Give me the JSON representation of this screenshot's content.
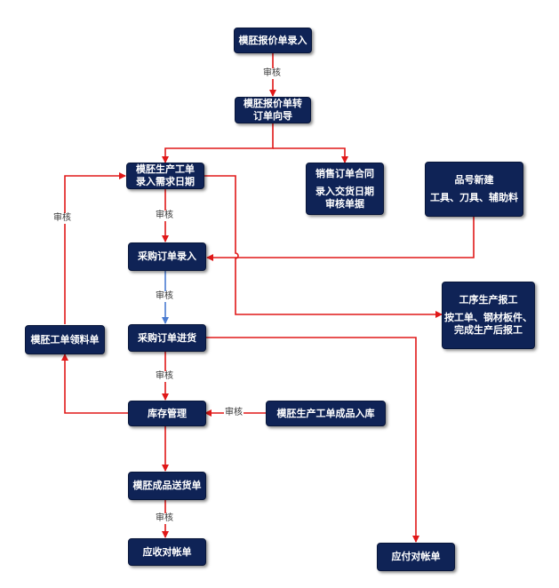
{
  "nodes": {
    "quote_entry": "模胚报价单录入",
    "quote_to_order_l1": "模胚报价单转",
    "quote_to_order_l2": "订单向导",
    "production_l1": "模胚生产工单",
    "production_l2": "录入需求日期",
    "sales_l1": "销售订单合同",
    "sales_l2": "录入交货日期",
    "sales_l3": "审核单据",
    "item_l1": "品号新建",
    "item_l2": "工具、刀具、辅助料",
    "purchase_entry": "采购订单录入",
    "process_l1": "工序生产报工",
    "process_l2": "按工单、钢材板件、",
    "process_l3": "完成生产后报工",
    "purchase_receipt": "采购订单进货",
    "material_req": "模胚工单领料单",
    "inventory": "库存管理",
    "finished_in": "模胚生产工单成品入库",
    "delivery": "模胚成品送货单",
    "receivable": "应收对帐单",
    "payable": "应付对帐单"
  },
  "labels": {
    "review_1": "审核",
    "review_2": "审核",
    "review_3": "审核",
    "review_4": "审核",
    "review_5": "审核",
    "review_6": "审核"
  },
  "colors": {
    "node_fill": "#0f2356",
    "arrow_red": "#e01818",
    "arrow_blue": "#4a7bd0"
  }
}
